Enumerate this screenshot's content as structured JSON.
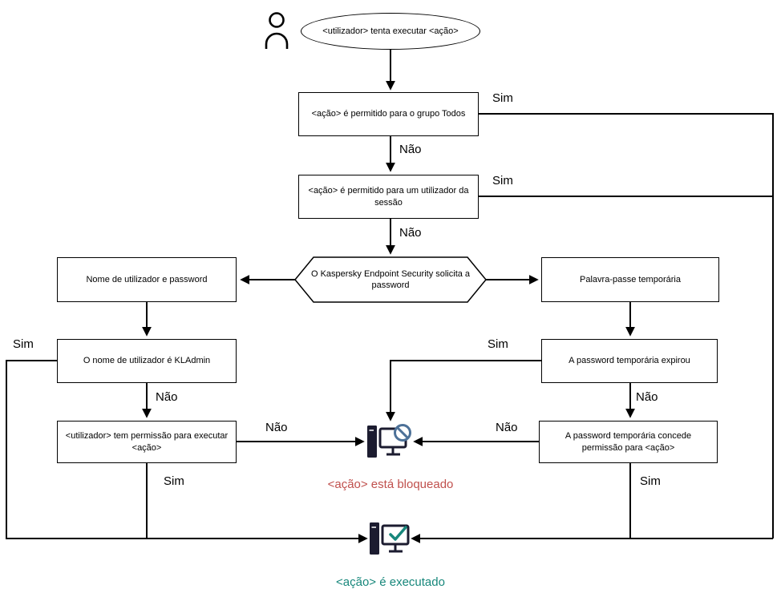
{
  "diagram": {
    "start": "<utilizador> tenta executar <ação>",
    "nodes": {
      "allowed_all": "<ação> é permitido para o grupo Todos",
      "allowed_session": "<ação> é permitido para um utilizador da sessão",
      "request_password": "O Kaspersky Endpoint Security solicita a password",
      "username_password": "Nome de utilizador e password",
      "temp_password": "Palavra-passe temporária",
      "is_kladmin": "O nome de utilizador é KLAdmin",
      "user_has_permission": "<utilizador> tem permissão para executar <ação>",
      "temp_expired": "A password temporária expirou",
      "temp_grants": "A password temporária concede permissão para <ação>"
    },
    "labels": {
      "yes": "Sim",
      "no": "Não"
    },
    "outcomes": {
      "blocked": "<ação> está bloqueado",
      "executed": "<ação> é executado"
    },
    "colors": {
      "blocked": "#c0504d",
      "executed": "#17877b",
      "prohibition": "#4d7198",
      "icon": "#1c1c30",
      "line": "#000000"
    },
    "icons": [
      "user-icon",
      "blocked-computer-icon",
      "executed-computer-icon"
    ]
  }
}
